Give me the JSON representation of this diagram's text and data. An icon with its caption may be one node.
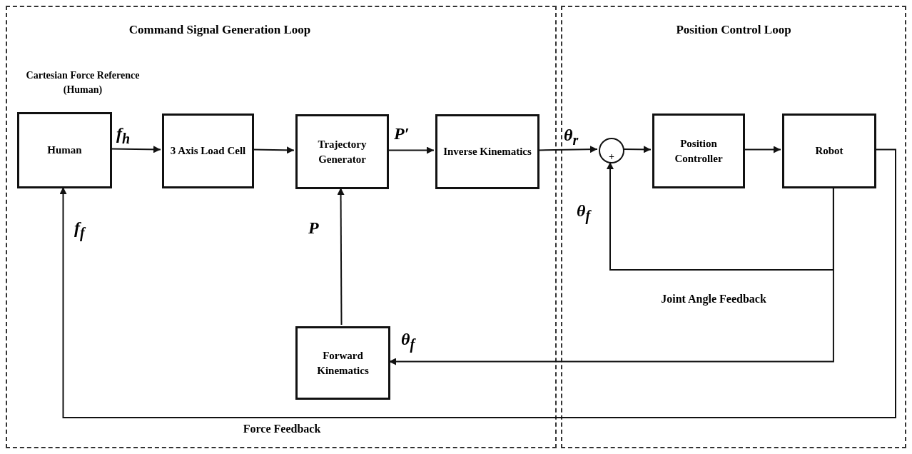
{
  "diagram": {
    "nodes": [
      {
        "text": [
          "Command Signal Generation Loop"
        ]
      },
      {
        "text": [
          "Position Control Loop"
        ]
      },
      {
        "text": [
          "Human"
        ],
        "in": 0,
        "beside": [
          "Cartesian Force Reference (Human)"
        ]
      },
      {
        "text": [
          "3 Axis Load Cell"
        ],
        "in": 0
      },
      {
        "text": [
          "Trajectory Generator"
        ],
        "in": 0
      },
      {
        "text": [
          "Inverse Kinematics"
        ],
        "in": 0
      },
      {
        "text": [
          "Forward Kinematics"
        ],
        "in": 0
      },
      {
        "text": [
          "+"
        ],
        "in": 1
      },
      {
        "text": [
          "Position Controller"
        ],
        "in": 1
      },
      {
        "text": [
          "Robot"
        ],
        "in": 1
      }
    ],
    "edges": [
      {
        "from": 2,
        "to": 3,
        "arrow": "to",
        "label": "f$_{h}$"
      },
      {
        "from": 3,
        "to": 4,
        "arrow": "to"
      },
      {
        "from": 4,
        "to": 5,
        "arrow": "to",
        "label": "P′"
      },
      {
        "from": 5,
        "to": 7,
        "arrow": "to",
        "label": "θ$_{r}$"
      },
      {
        "from": 7,
        "to": 8,
        "arrow": "to"
      },
      {
        "from": 8,
        "to": 9,
        "arrow": "to"
      },
      {
        "from": 9,
        "to": 7,
        "arrow": "to",
        "label": "θ$_{f}$"
      },
      {
        "from": 9,
        "to": 6,
        "arrow": "to",
        "label": "θ$_{f}$"
      },
      {
        "from": 6,
        "to": 4,
        "arrow": "to",
        "label": "P"
      },
      {
        "from": 9,
        "to": 2,
        "arrow": "to",
        "label": "f$_{f}$"
      }
    ],
    "labels": [
      "Joint Angle Feedback",
      "Force Feedback"
    ]
  }
}
